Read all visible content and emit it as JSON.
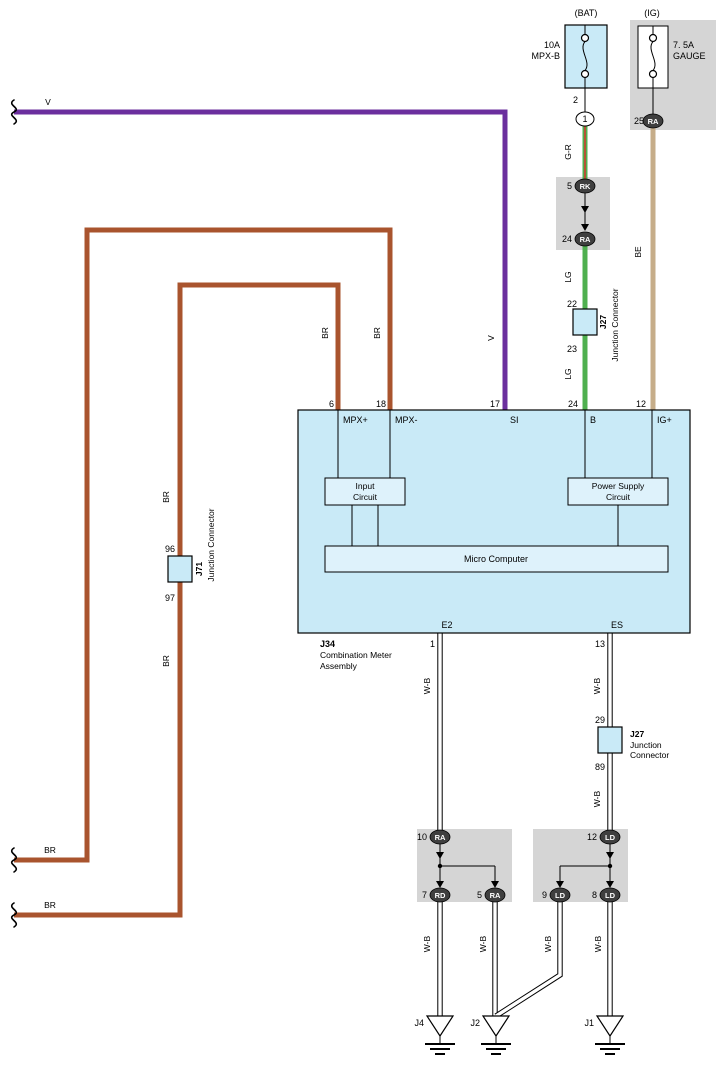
{
  "colors": {
    "violet": "#6b2f9e",
    "brown": "#a9542e",
    "green": "#4fb04f",
    "red": "#d03a2f",
    "beige": "#c6ad89",
    "lightblue": "#c9eaf7",
    "lightblue2": "#def2fb",
    "gray": "#d5d5d5",
    "dark": "#3f3f3f"
  },
  "top": {
    "bat_header": "(BAT)",
    "bat_amp": "10A",
    "bat_name": "MPX-B",
    "bat_pin": "2",
    "bat_node": "1",
    "ig_header": "(IG)",
    "ig_amp": "7. 5A",
    "ig_name": "GAUGE",
    "ig_pin": "25",
    "ig_term": "RA"
  },
  "relay": {
    "pin_top": "5",
    "term_top": "RK",
    "pin_bot": "24",
    "term_bot": "RA"
  },
  "j27_top": {
    "id": "J27",
    "label": "Junction Connector",
    "pin_top": "22",
    "pin_bot": "23"
  },
  "j71": {
    "id": "J71",
    "label": "Junction Connector",
    "pin_top": "96",
    "pin_bot": "97"
  },
  "j27_bot": {
    "id": "J27",
    "label1": "Junction",
    "label2": "Connector",
    "pin_top": "29",
    "pin_bot": "89"
  },
  "wires": {
    "v": "V",
    "br": "BR",
    "gr": "G-R",
    "lg": "LG",
    "be": "BE",
    "wb": "W-B"
  },
  "j34": {
    "id": "J34",
    "name1": "Combination Meter",
    "name2": "Assembly",
    "pin6": "6",
    "term6": "MPX+",
    "pin18": "18",
    "term18": "MPX-",
    "pin17": "17",
    "term17": "SI",
    "pin24": "24",
    "term24": "B",
    "pin12": "12",
    "term12": "IG+",
    "input1": "Input",
    "input2": "Circuit",
    "power1": "Power Supply",
    "power2": "Circuit",
    "micro": "Micro Computer",
    "terme2": "E2",
    "pine2": "1",
    "termes": "ES",
    "pines": "13"
  },
  "block_left": {
    "pin_top": "10",
    "term_top": "RA",
    "pin_l": "7",
    "term_l": "RD",
    "pin_r": "5",
    "term_r": "RA"
  },
  "block_right": {
    "pin_top": "12",
    "term_top": "LD",
    "pin_l": "9",
    "term_l": "LD",
    "pin_r": "8",
    "term_r": "LD"
  },
  "grounds": {
    "g1": "J4",
    "g2": "J2",
    "g3": "J1"
  }
}
